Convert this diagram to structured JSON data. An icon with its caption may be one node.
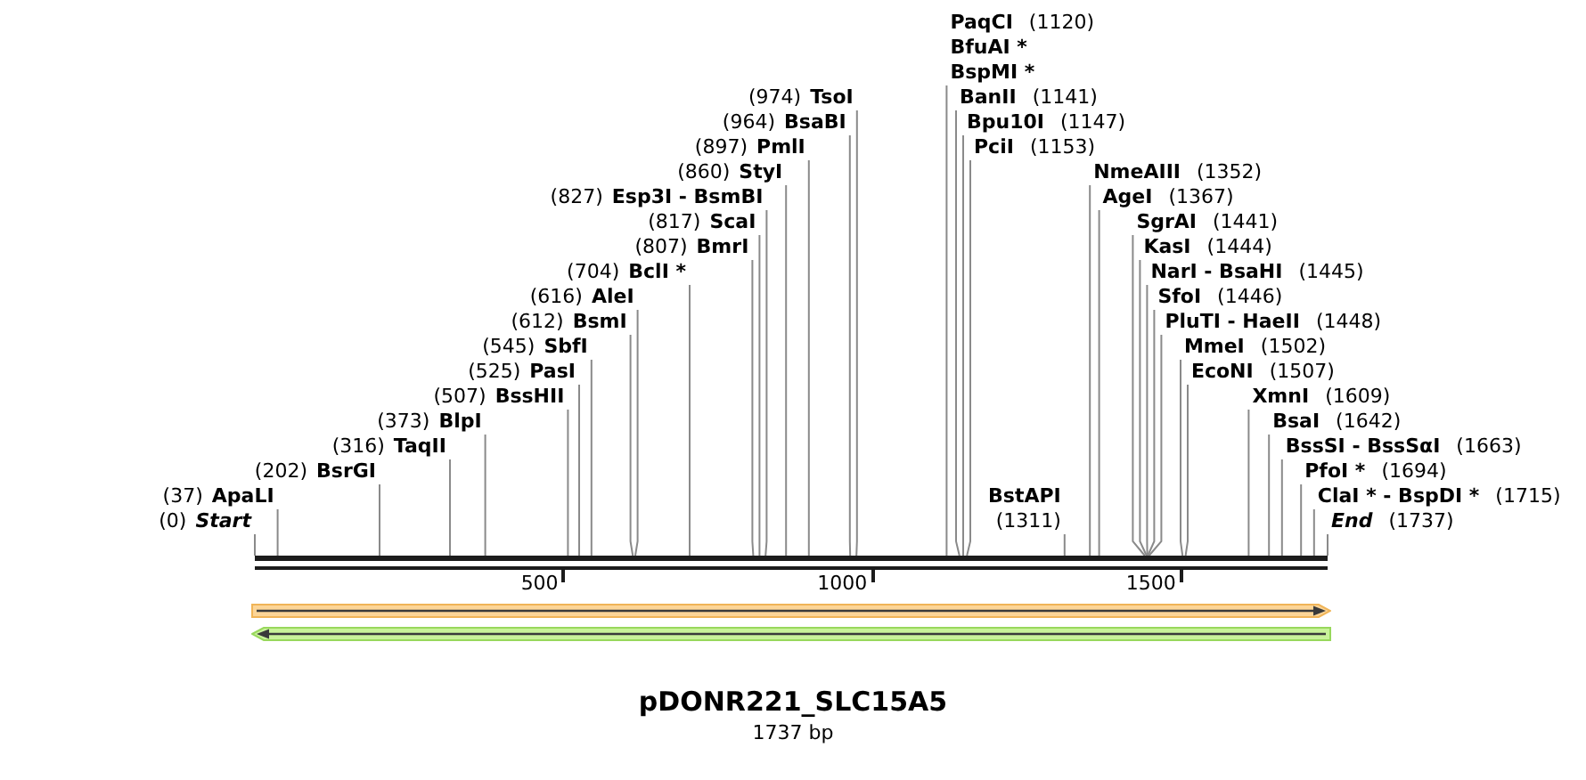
{
  "diagram": {
    "title": "pDONR221_SLC15A5",
    "caption": "1737 bp",
    "nodes": [
      {
        "text": [
          "Start"
        ],
        "beside": [
          "(0)"
        ]
      },
      {
        "text": [
          "ApaLI"
        ],
        "beside": [
          "(37)"
        ]
      },
      {
        "text": [
          "BsrGI"
        ],
        "beside": [
          "(202)"
        ]
      },
      {
        "text": [
          "TaqII"
        ],
        "beside": [
          "(316)"
        ]
      },
      {
        "text": [
          "BlpI"
        ],
        "beside": [
          "(373)"
        ]
      },
      {
        "text": [
          "BssHII"
        ],
        "beside": [
          "(507)"
        ]
      },
      {
        "text": [
          "PasI"
        ],
        "beside": [
          "(525)"
        ]
      },
      {
        "text": [
          "SbfI"
        ],
        "beside": [
          "(545)"
        ]
      },
      {
        "text": [
          "BsmI"
        ],
        "beside": [
          "(612)"
        ]
      },
      {
        "text": [
          "AleI"
        ],
        "beside": [
          "(616)"
        ]
      },
      {
        "text": [
          "BclI *"
        ],
        "beside": [
          "(704)"
        ]
      },
      {
        "text": [
          "BmrI"
        ],
        "beside": [
          "(807)"
        ]
      },
      {
        "text": [
          "ScaI"
        ],
        "beside": [
          "(817)"
        ]
      },
      {
        "text": [
          "Esp3I - BsmBI"
        ],
        "beside": [
          "(827)"
        ]
      },
      {
        "text": [
          "StyI"
        ],
        "beside": [
          "(860)"
        ]
      },
      {
        "text": [
          "PmlI"
        ],
        "beside": [
          "(897)"
        ]
      },
      {
        "text": [
          "BsaBI"
        ],
        "beside": [
          "(964)"
        ]
      },
      {
        "text": [
          "TsoI"
        ],
        "beside": [
          "(974)"
        ]
      },
      {
        "text": [
          "PaqCI",
          "BfuAI *",
          "BspMI *"
        ],
        "beside": [
          "(1120)"
        ]
      },
      {
        "text": [
          "BanII"
        ],
        "beside": [
          "(1141)"
        ]
      },
      {
        "text": [
          "Bpu10I"
        ],
        "beside": [
          "(1147)"
        ]
      },
      {
        "text": [
          "PciI"
        ],
        "beside": [
          "(1153)"
        ]
      },
      {
        "text": [
          "BstAPI"
        ],
        "beside": [
          "(1311)"
        ]
      },
      {
        "text": [
          "NmeAIII"
        ],
        "beside": [
          "(1352)"
        ]
      },
      {
        "text": [
          "AgeI"
        ],
        "beside": [
          "(1367)"
        ]
      },
      {
        "text": [
          "SgrAI"
        ],
        "beside": [
          "(1441)"
        ]
      },
      {
        "text": [
          "KasI"
        ],
        "beside": [
          "(1444)"
        ]
      },
      {
        "text": [
          "NarI - BsaHI"
        ],
        "beside": [
          "(1445)"
        ]
      },
      {
        "text": [
          "SfoI"
        ],
        "beside": [
          "(1446)"
        ]
      },
      {
        "text": [
          "PluTI - HaeII"
        ],
        "beside": [
          "(1448)"
        ]
      },
      {
        "text": [
          "MmeI"
        ],
        "beside": [
          "(1502)"
        ]
      },
      {
        "text": [
          "EcoNI"
        ],
        "beside": [
          "(1507)"
        ]
      },
      {
        "text": [
          "XmnI"
        ],
        "beside": [
          "(1609)"
        ]
      },
      {
        "text": [
          "BsaI"
        ],
        "beside": [
          "(1642)"
        ]
      },
      {
        "text": [
          "BssSI - BssSαI"
        ],
        "beside": [
          "(1663)"
        ]
      },
      {
        "text": [
          "PfoI *"
        ],
        "beside": [
          "(1694)"
        ]
      },
      {
        "text": [
          "ClaI * - BspDI *"
        ],
        "beside": [
          "(1715)"
        ]
      },
      {
        "text": [
          "End"
        ],
        "beside": [
          "(1737)"
        ]
      },
      {
        "text": [],
        "shape": "bar"
      },
      {
        "text": [],
        "shape": "arrow"
      },
      {
        "text": [],
        "shape": "arrow"
      }
    ],
    "edges": [
      {
        "from": 0,
        "to": 38,
        "arrow": "none"
      },
      {
        "from": 1,
        "to": 38,
        "arrow": "none"
      },
      {
        "from": 2,
        "to": 38,
        "arrow": "none"
      },
      {
        "from": 3,
        "to": 38,
        "arrow": "none"
      },
      {
        "from": 4,
        "to": 38,
        "arrow": "none"
      },
      {
        "from": 5,
        "to": 38,
        "arrow": "none"
      },
      {
        "from": 6,
        "to": 38,
        "arrow": "none"
      },
      {
        "from": 7,
        "to": 38,
        "arrow": "none"
      },
      {
        "from": 8,
        "to": 38,
        "arrow": "none"
      },
      {
        "from": 9,
        "to": 38,
        "arrow": "none"
      },
      {
        "from": 10,
        "to": 38,
        "arrow": "none"
      },
      {
        "from": 11,
        "to": 38,
        "arrow": "none"
      },
      {
        "from": 12,
        "to": 38,
        "arrow": "none"
      },
      {
        "from": 13,
        "to": 38,
        "arrow": "none"
      },
      {
        "from": 14,
        "to": 38,
        "arrow": "none"
      },
      {
        "from": 15,
        "to": 38,
        "arrow": "none"
      },
      {
        "from": 16,
        "to": 38,
        "arrow": "none"
      },
      {
        "from": 17,
        "to": 38,
        "arrow": "none"
      },
      {
        "from": 18,
        "to": 38,
        "arrow": "none"
      },
      {
        "from": 19,
        "to": 38,
        "arrow": "none"
      },
      {
        "from": 20,
        "to": 38,
        "arrow": "none"
      },
      {
        "from": 21,
        "to": 38,
        "arrow": "none"
      },
      {
        "from": 22,
        "to": 38,
        "arrow": "none"
      },
      {
        "from": 23,
        "to": 38,
        "arrow": "none"
      },
      {
        "from": 24,
        "to": 38,
        "arrow": "none"
      },
      {
        "from": 25,
        "to": 38,
        "arrow": "none"
      },
      {
        "from": 26,
        "to": 38,
        "arrow": "none"
      },
      {
        "from": 27,
        "to": 38,
        "arrow": "none"
      },
      {
        "from": 28,
        "to": 38,
        "arrow": "none"
      },
      {
        "from": 29,
        "to": 38,
        "arrow": "none"
      },
      {
        "from": 30,
        "to": 38,
        "arrow": "none"
      },
      {
        "from": 31,
        "to": 38,
        "arrow": "none"
      },
      {
        "from": 32,
        "to": 38,
        "arrow": "none"
      },
      {
        "from": 33,
        "to": 38,
        "arrow": "none"
      },
      {
        "from": 34,
        "to": 38,
        "arrow": "none"
      },
      {
        "from": 35,
        "to": 38,
        "arrow": "none"
      },
      {
        "from": 36,
        "to": 38,
        "arrow": "none"
      },
      {
        "from": 37,
        "to": 38,
        "arrow": "none"
      }
    ],
    "labels": [
      "500",
      "1000",
      "1500"
    ]
  }
}
